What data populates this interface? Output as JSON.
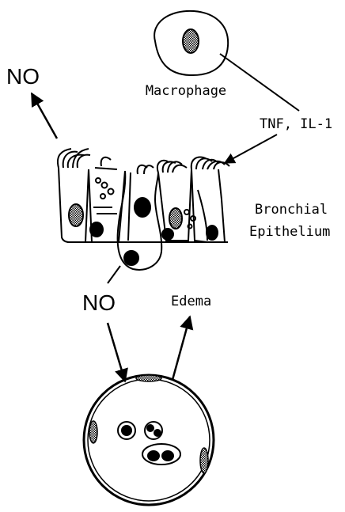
{
  "labels": {
    "no_top": "NO",
    "macrophage": "Macrophage",
    "cytokines": "TNF, IL-1",
    "bronchial": "Bronchial",
    "epithelium": "Epithelium",
    "no_bottom": "NO",
    "edema": "Edema"
  },
  "colors": {
    "ink": "#000000",
    "background": "#ffffff",
    "nucleus_fill": "#888888"
  }
}
